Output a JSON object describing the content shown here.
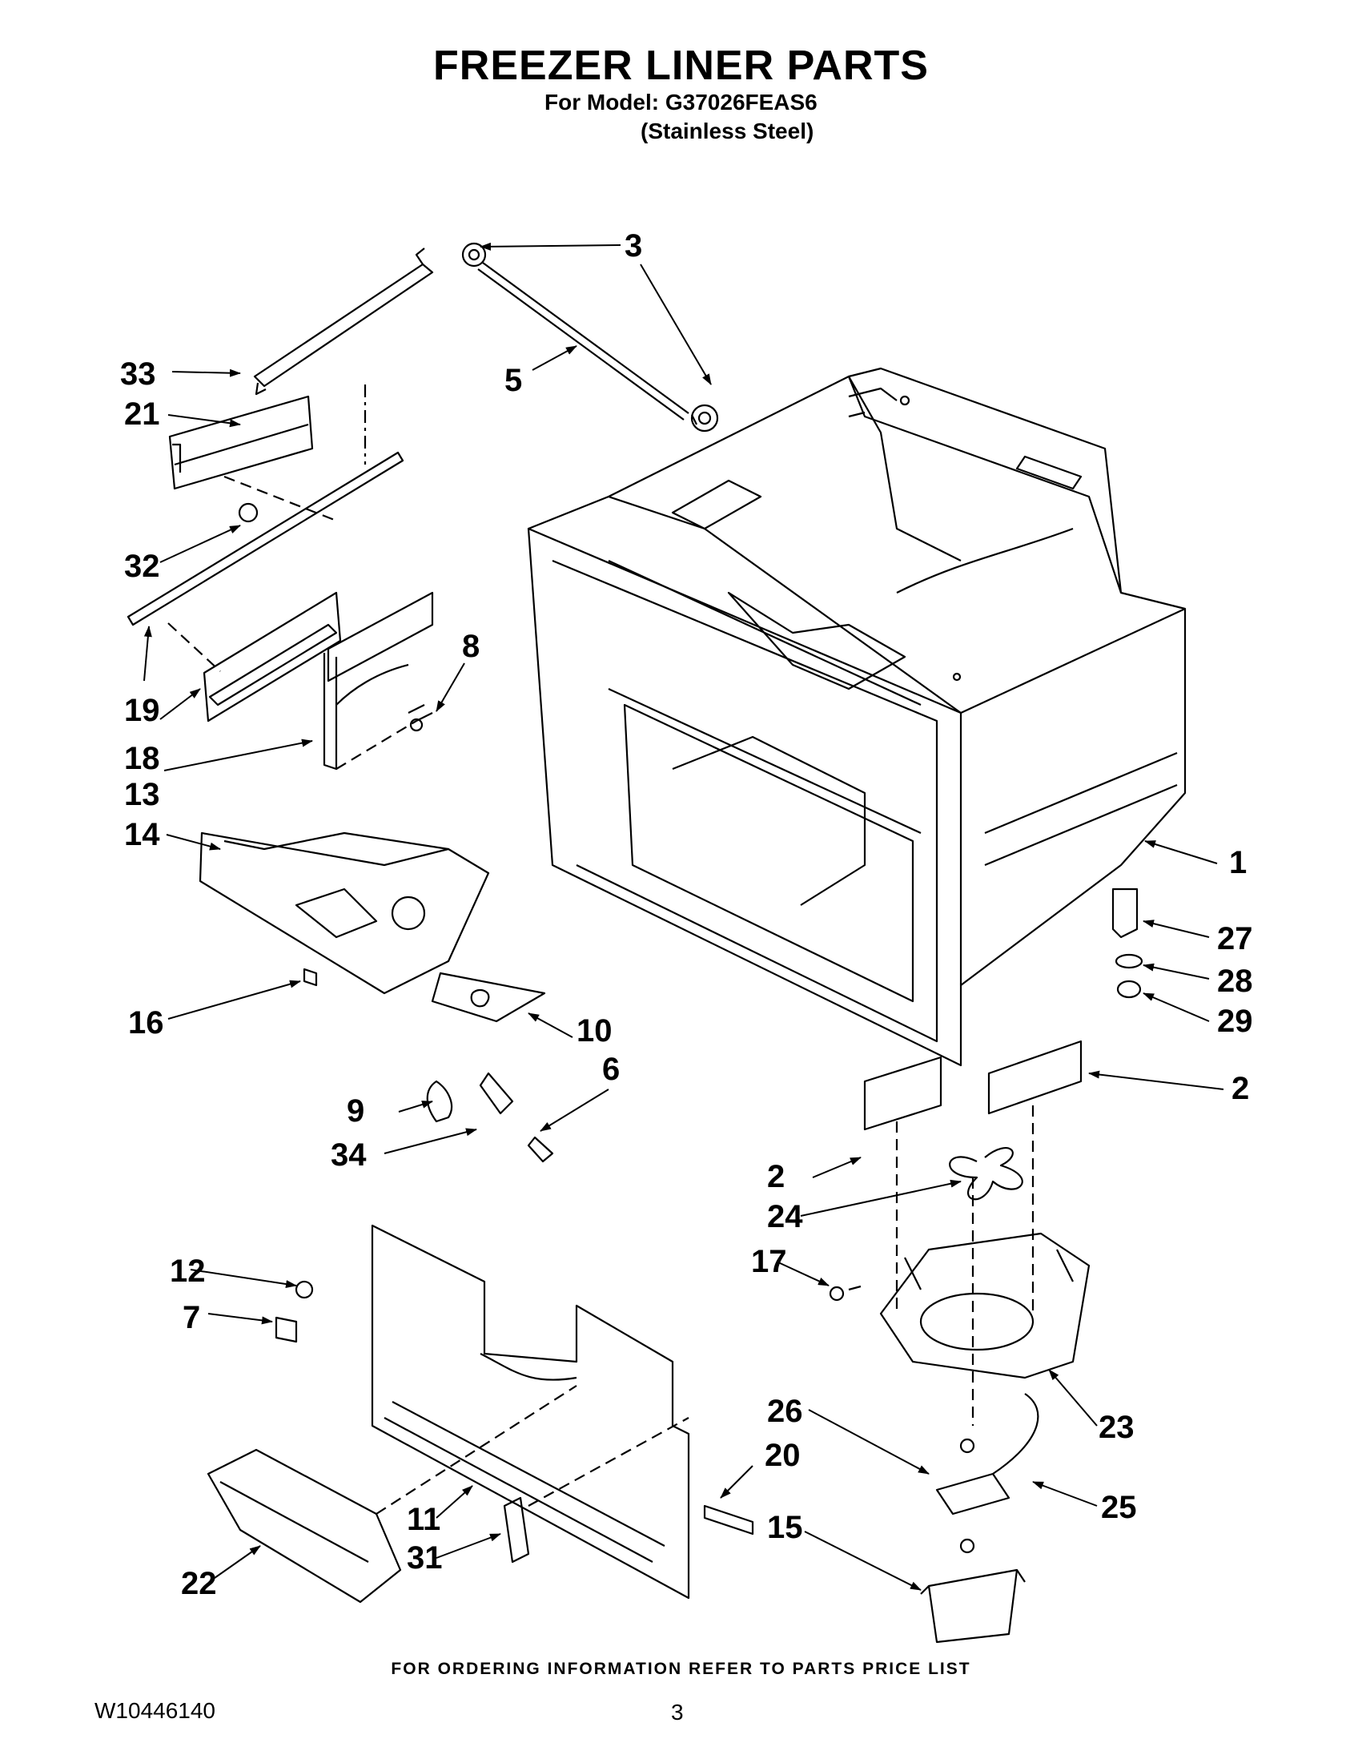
{
  "header": {
    "title": "FREEZER LINER PARTS",
    "model_line": "For Model: G37026FEAS6",
    "finish_line": "(Stainless Steel)"
  },
  "callouts": [
    "3",
    "5",
    "33",
    "21",
    "32",
    "19",
    "18",
    "13",
    "8",
    "14",
    "1",
    "27",
    "28",
    "29",
    "16",
    "10",
    "6",
    "9",
    "34",
    "2",
    "2",
    "24",
    "17",
    "12",
    "7",
    "23",
    "26",
    "25",
    "20",
    "11",
    "31",
    "22",
    "15"
  ],
  "footer": {
    "ordering_note": "FOR ORDERING INFORMATION REFER TO PARTS PRICE LIST",
    "document_number": "W10446140",
    "page_number": "3"
  }
}
